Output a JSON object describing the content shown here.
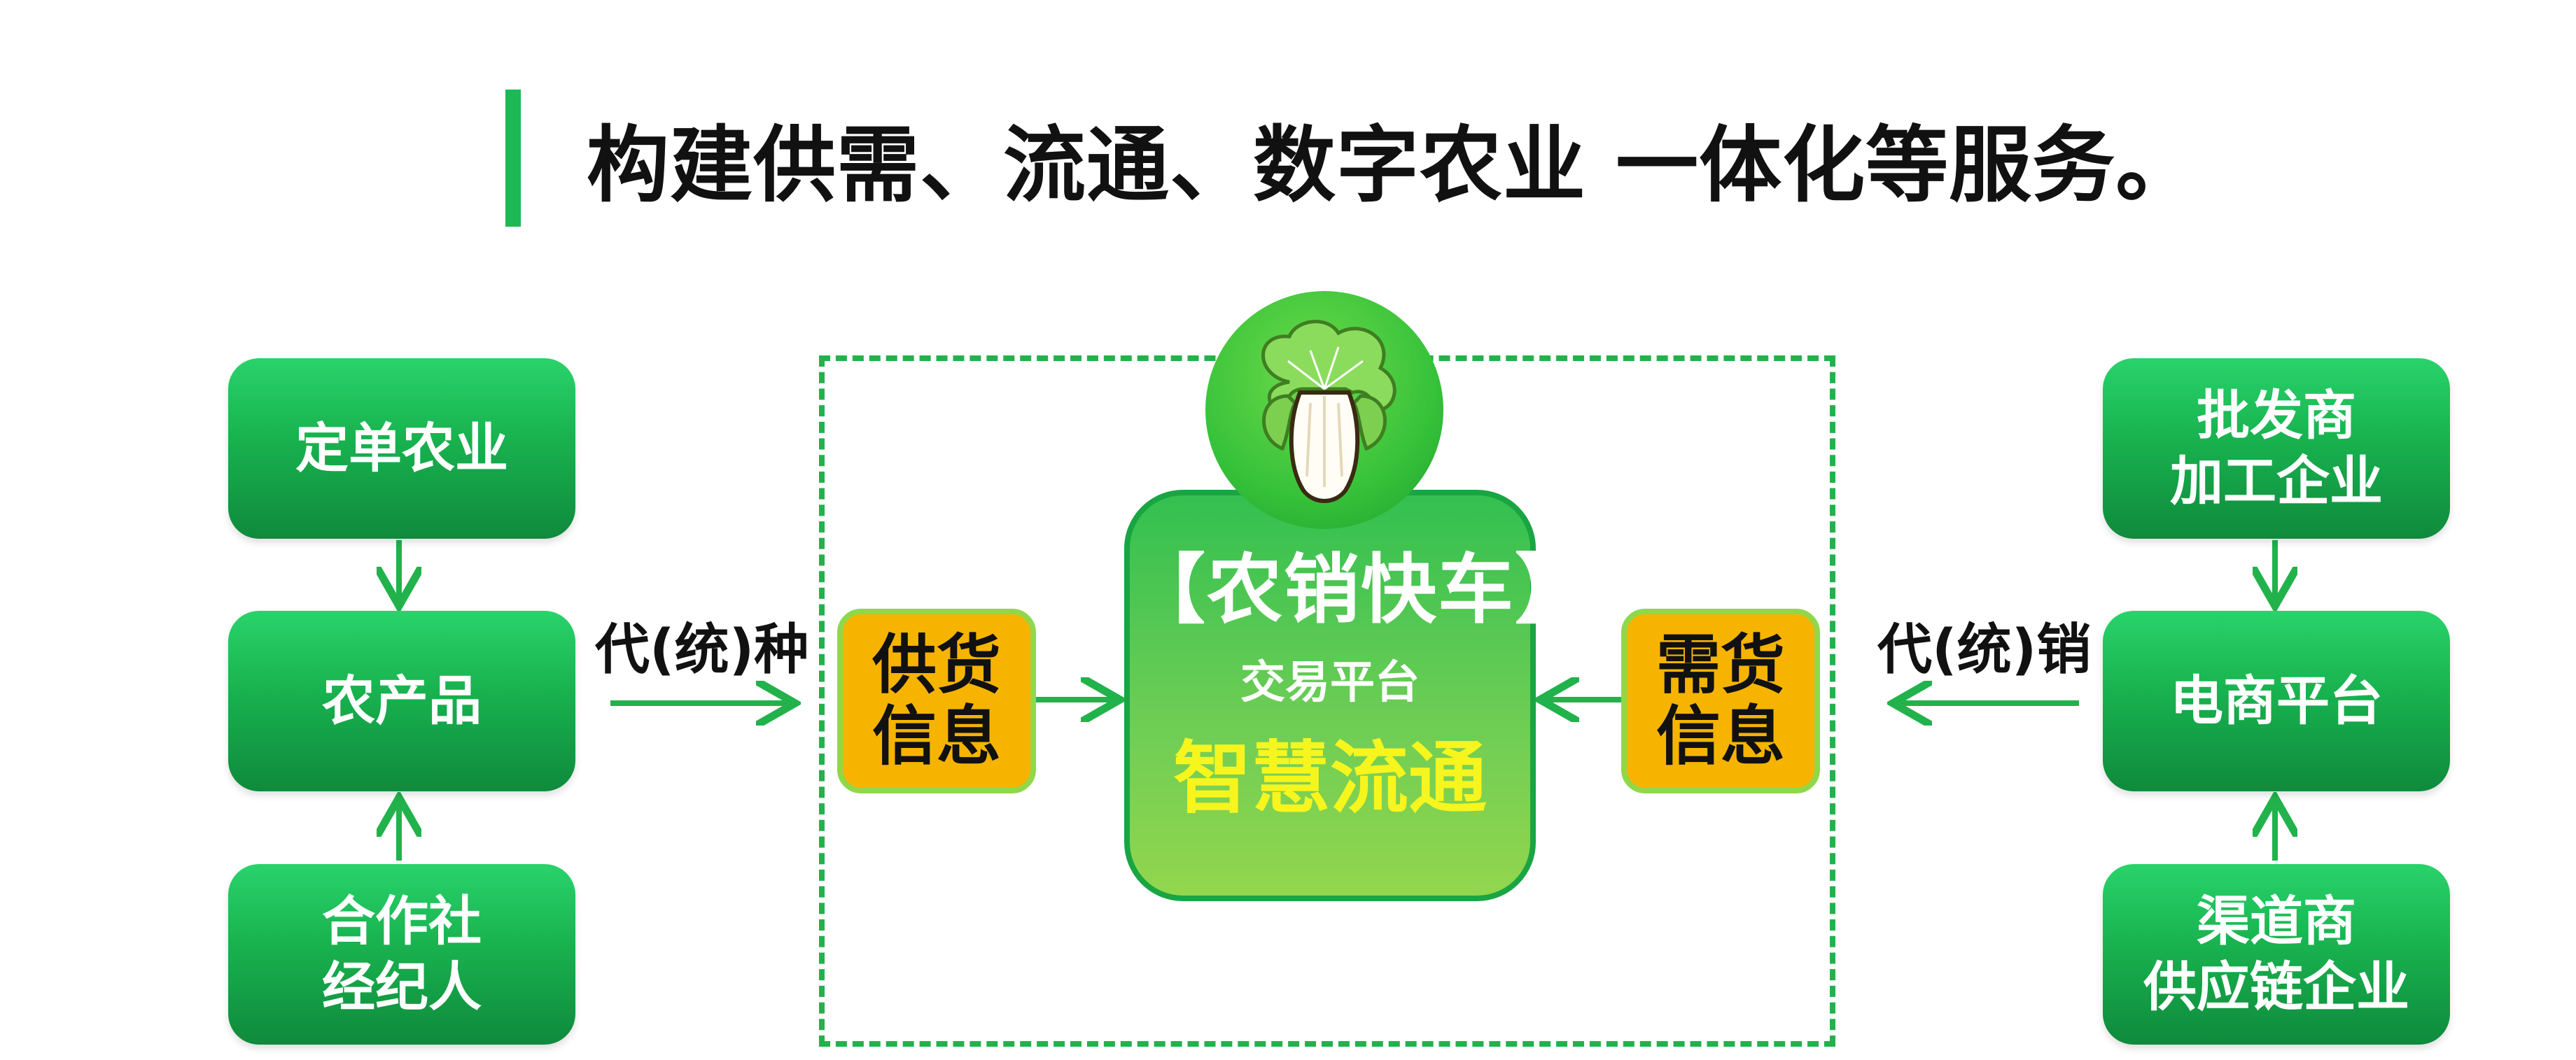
{
  "header": {
    "title": "构建供需、流通、数字农业 一体化等服务。"
  },
  "left_column": {
    "top": [
      "定单农业"
    ],
    "middle": [
      "农产品"
    ],
    "bottom": [
      "合作社",
      "经纪人"
    ]
  },
  "right_column": {
    "top": [
      "批发商",
      "加工企业"
    ],
    "middle": [
      "电商平台"
    ],
    "bottom": [
      "渠道商",
      "供应链企业"
    ]
  },
  "edge_labels": {
    "left": "代(统)种",
    "right": "代(统)销"
  },
  "supply_box": [
    "供货",
    "信息"
  ],
  "demand_box": [
    "需货",
    "信息"
  ],
  "center": {
    "title": "【农销快车】",
    "subtitle": "交易平台",
    "highlight": "智慧流通"
  },
  "colors": {
    "accent_green": "#1db954",
    "box_green": "#18b24f",
    "info_yellow": "#f6b400",
    "highlight_yellow": "#f7f51e"
  },
  "icons": {
    "logo": "bok-choy-icon"
  }
}
